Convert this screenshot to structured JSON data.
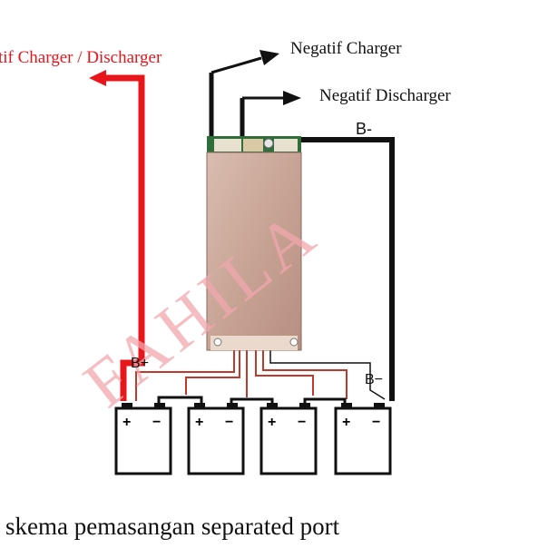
{
  "labels": {
    "positive_port": "tif Charger / Discharger",
    "negative_charger": "Negatif Charger",
    "negative_discharger": "Negatif Discharger",
    "b_minus_top": "B-",
    "b_plus": "B+",
    "b_minus_bottom": "B−",
    "watermark": "FAHILA",
    "caption": "skema pemasangan separated port"
  },
  "batteries": [
    {
      "plus": "+",
      "minus": "−"
    },
    {
      "plus": "+",
      "minus": "−"
    },
    {
      "plus": "+",
      "minus": "−"
    },
    {
      "plus": "+",
      "minus": "−"
    }
  ],
  "colors": {
    "positive_wire": "#e8151b",
    "negative_wire": "#111111",
    "balance_wire": "#c0392b",
    "watermark": "#f2a7ad",
    "board": "#c9a79a"
  }
}
